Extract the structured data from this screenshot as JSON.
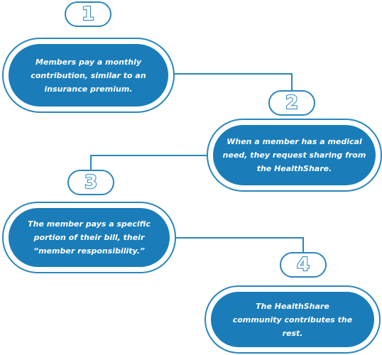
{
  "colors": {
    "accent": "#1a7db9",
    "outline": "#2a86bd",
    "text": "#ffffff",
    "background": "#ffffff"
  },
  "steps": [
    {
      "number": "1",
      "text": "Members pay a monthly contribution, similar to an insurance premium."
    },
    {
      "number": "2",
      "text": "When a member has a medical need, they request sharing from the HealthShare."
    },
    {
      "number": "3",
      "text": "The member pays a specific portion of their bill, their “member responsibility.”"
    },
    {
      "number": "4",
      "text": "The HealthShare community contributes the rest."
    }
  ]
}
